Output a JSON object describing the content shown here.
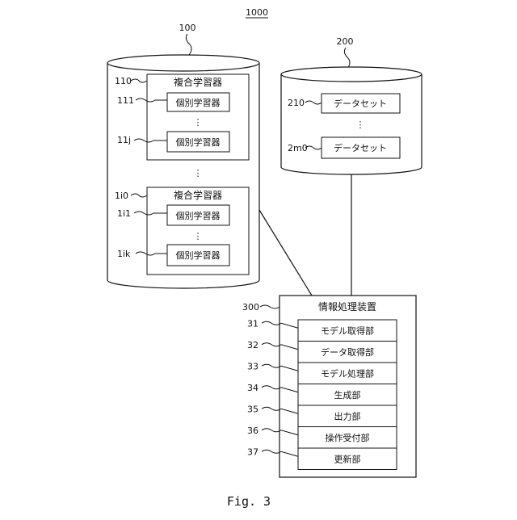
{
  "figure": {
    "ref": "1000",
    "caption": "Fig. 3"
  },
  "storage_100": {
    "ref": "100",
    "group1": {
      "ref": "110",
      "title": "複合学習器",
      "items": [
        {
          "ref": "111",
          "label": "個別学習器"
        },
        {
          "ref": "11j",
          "label": "個別学習器"
        }
      ]
    },
    "group2": {
      "ref": "1i0",
      "title": "複合学習器",
      "items": [
        {
          "ref": "1i1",
          "label": "個別学習器"
        },
        {
          "ref": "1ik",
          "label": "個別学習器"
        }
      ]
    },
    "ellipsis": "⋮"
  },
  "storage_200": {
    "ref": "200",
    "items": [
      {
        "ref": "210",
        "label": "データセット"
      },
      {
        "ref": "2m0",
        "label": "データセット"
      }
    ],
    "ellipsis": "⋮"
  },
  "processor_300": {
    "ref": "300",
    "title": "情報処理装置",
    "units": [
      {
        "ref": "31",
        "label": "モデル取得部"
      },
      {
        "ref": "32",
        "label": "データ取得部"
      },
      {
        "ref": "33",
        "label": "モデル処理部"
      },
      {
        "ref": "34",
        "label": "生成部"
      },
      {
        "ref": "35",
        "label": "出力部"
      },
      {
        "ref": "36",
        "label": "操作受付部"
      },
      {
        "ref": "37",
        "label": "更新部"
      }
    ]
  }
}
